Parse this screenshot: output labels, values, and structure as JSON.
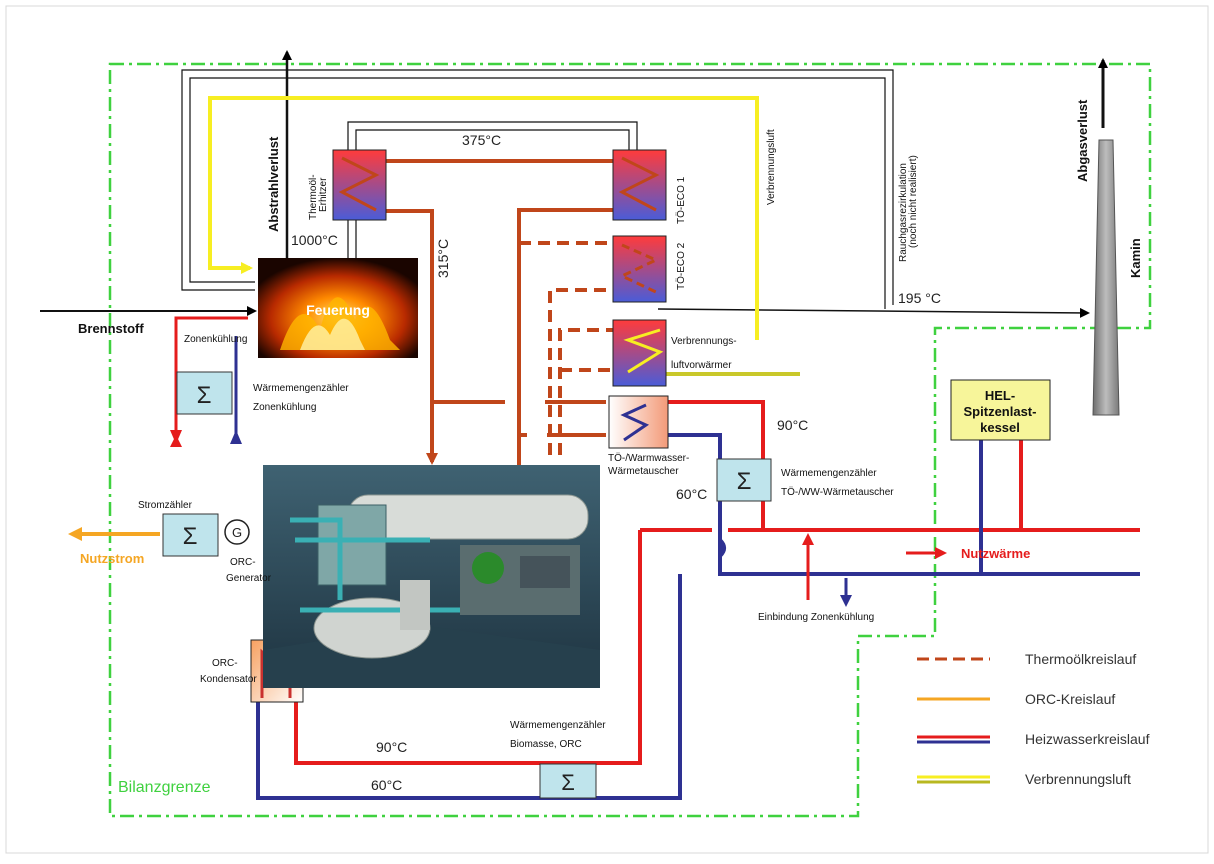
{
  "labels": {
    "abstrahlverlust": "Abstrahlverlust",
    "temp_375": "375°C",
    "thermoel_erhitzer_1": "Thermoöl-",
    "thermoel_erhitzer_2": "Erhitzer",
    "temp_1000": "1000°C",
    "temp_315": "315°C",
    "toe_eco1": "TÖ-ECO 1",
    "toe_eco2": "TÖ-ECO 2",
    "verbrennungsluft_v": "Verbrennungsluft",
    "rauchgas_1": "Rauchgasrezirkulation",
    "rauchgas_2": "(noch nicht realisiert)",
    "temp_195": "195 °C",
    "abgasverlust": "Abgasverlust",
    "kamin": "Kamin",
    "brennstoff": "Brennstoff",
    "feuerung": "Feuerung",
    "zonenkuehlung": "Zonenkühlung",
    "wmz_zonen_1": "Wärmemengenzähler",
    "wmz_zonen_2": "Zonenkühlung",
    "vorwaermer_1": "Verbrennungs-",
    "vorwaermer_2": "luftvorwärmer",
    "hel_1": "HEL-",
    "hel_2": "Spitzenlast-",
    "hel_3": "kessel",
    "temp_90_right": "90°C",
    "wt_1": "TÖ-/Warmwasser-",
    "wt_2": "Wärmetauscher",
    "temp_60_mid": "60°C",
    "wmz_toe_1": "Wärmemengenzähler",
    "wmz_toe_2": "TÖ-/WW-Wärmetauscher",
    "stromzaehler": "Stromzähler",
    "generator_symbol": "G",
    "orc_gen_1": "ORC-",
    "orc_gen_2": "Generator",
    "nutzstrom": "Nutzstrom",
    "nutzwaerme": "Nutzwärme",
    "einbindung": "Einbindung Zonenkühlung",
    "orc_kond_1": "ORC-",
    "orc_kond_2": "Kondensator",
    "wmz_bio_1": "Wärmemengenzähler",
    "wmz_bio_2": "Biomasse, ORC",
    "temp_90_bottom": "90°C",
    "temp_60_bottom": "60°C",
    "bilanzgrenze": "Bilanzgrenze",
    "sigma": "Σ"
  },
  "legend": [
    {
      "label": "Thermoölkreislauf",
      "color": "#c0461a",
      "style": "dashed"
    },
    {
      "label": "ORC-Kreislauf",
      "color": "#f5a623",
      "style": "solid"
    },
    {
      "label": "Heizwasserkreislauf",
      "color": "#e51c1c",
      "color2": "#2e3192",
      "style": "double"
    },
    {
      "label": "Verbrennungsluft",
      "color": "#f7ee22",
      "color2": "#b8b820",
      "style": "double"
    }
  ],
  "colors": {
    "thermal_oil": "#c0461a",
    "hot_water": "#e51c1c",
    "cold_water": "#2e3192",
    "air": "#f7ee22",
    "orc": "#f5a623",
    "boundary": "#3fd13f",
    "meter_fill": "#bfe4ec"
  }
}
